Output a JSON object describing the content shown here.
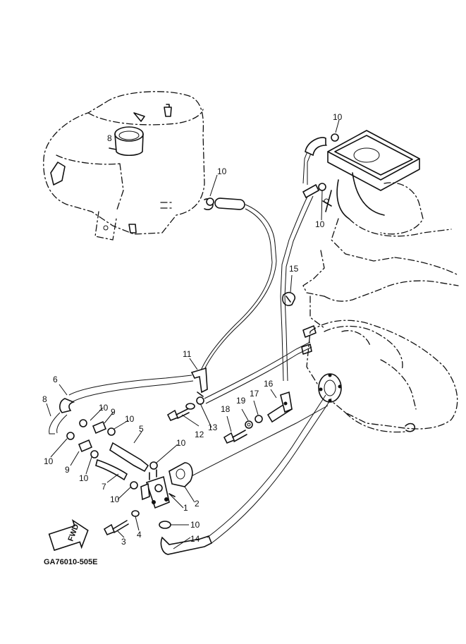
{
  "diagram_code": "GA76010-505E",
  "fwd_label": "FWD",
  "callouts": {
    "c1": "1",
    "c2": "2",
    "c3": "3",
    "c4": "4",
    "c5": "5",
    "c6": "6",
    "c7": "7",
    "c8": "8",
    "c9a": "9",
    "c9b": "9",
    "c10_top": "10",
    "c10_tank": "10",
    "c10_carb": "10",
    "c10_a": "10",
    "c10_b": "10",
    "c10_c": "10",
    "c10_d": "10",
    "c10_e": "10",
    "c10_f": "10",
    "c11": "11",
    "c12": "12",
    "c13": "13",
    "c14": "14",
    "c15": "15",
    "c16": "16",
    "c17": "17",
    "c18": "18",
    "c19": "19"
  },
  "colors": {
    "ink": "#111111",
    "paper": "#ffffff"
  }
}
